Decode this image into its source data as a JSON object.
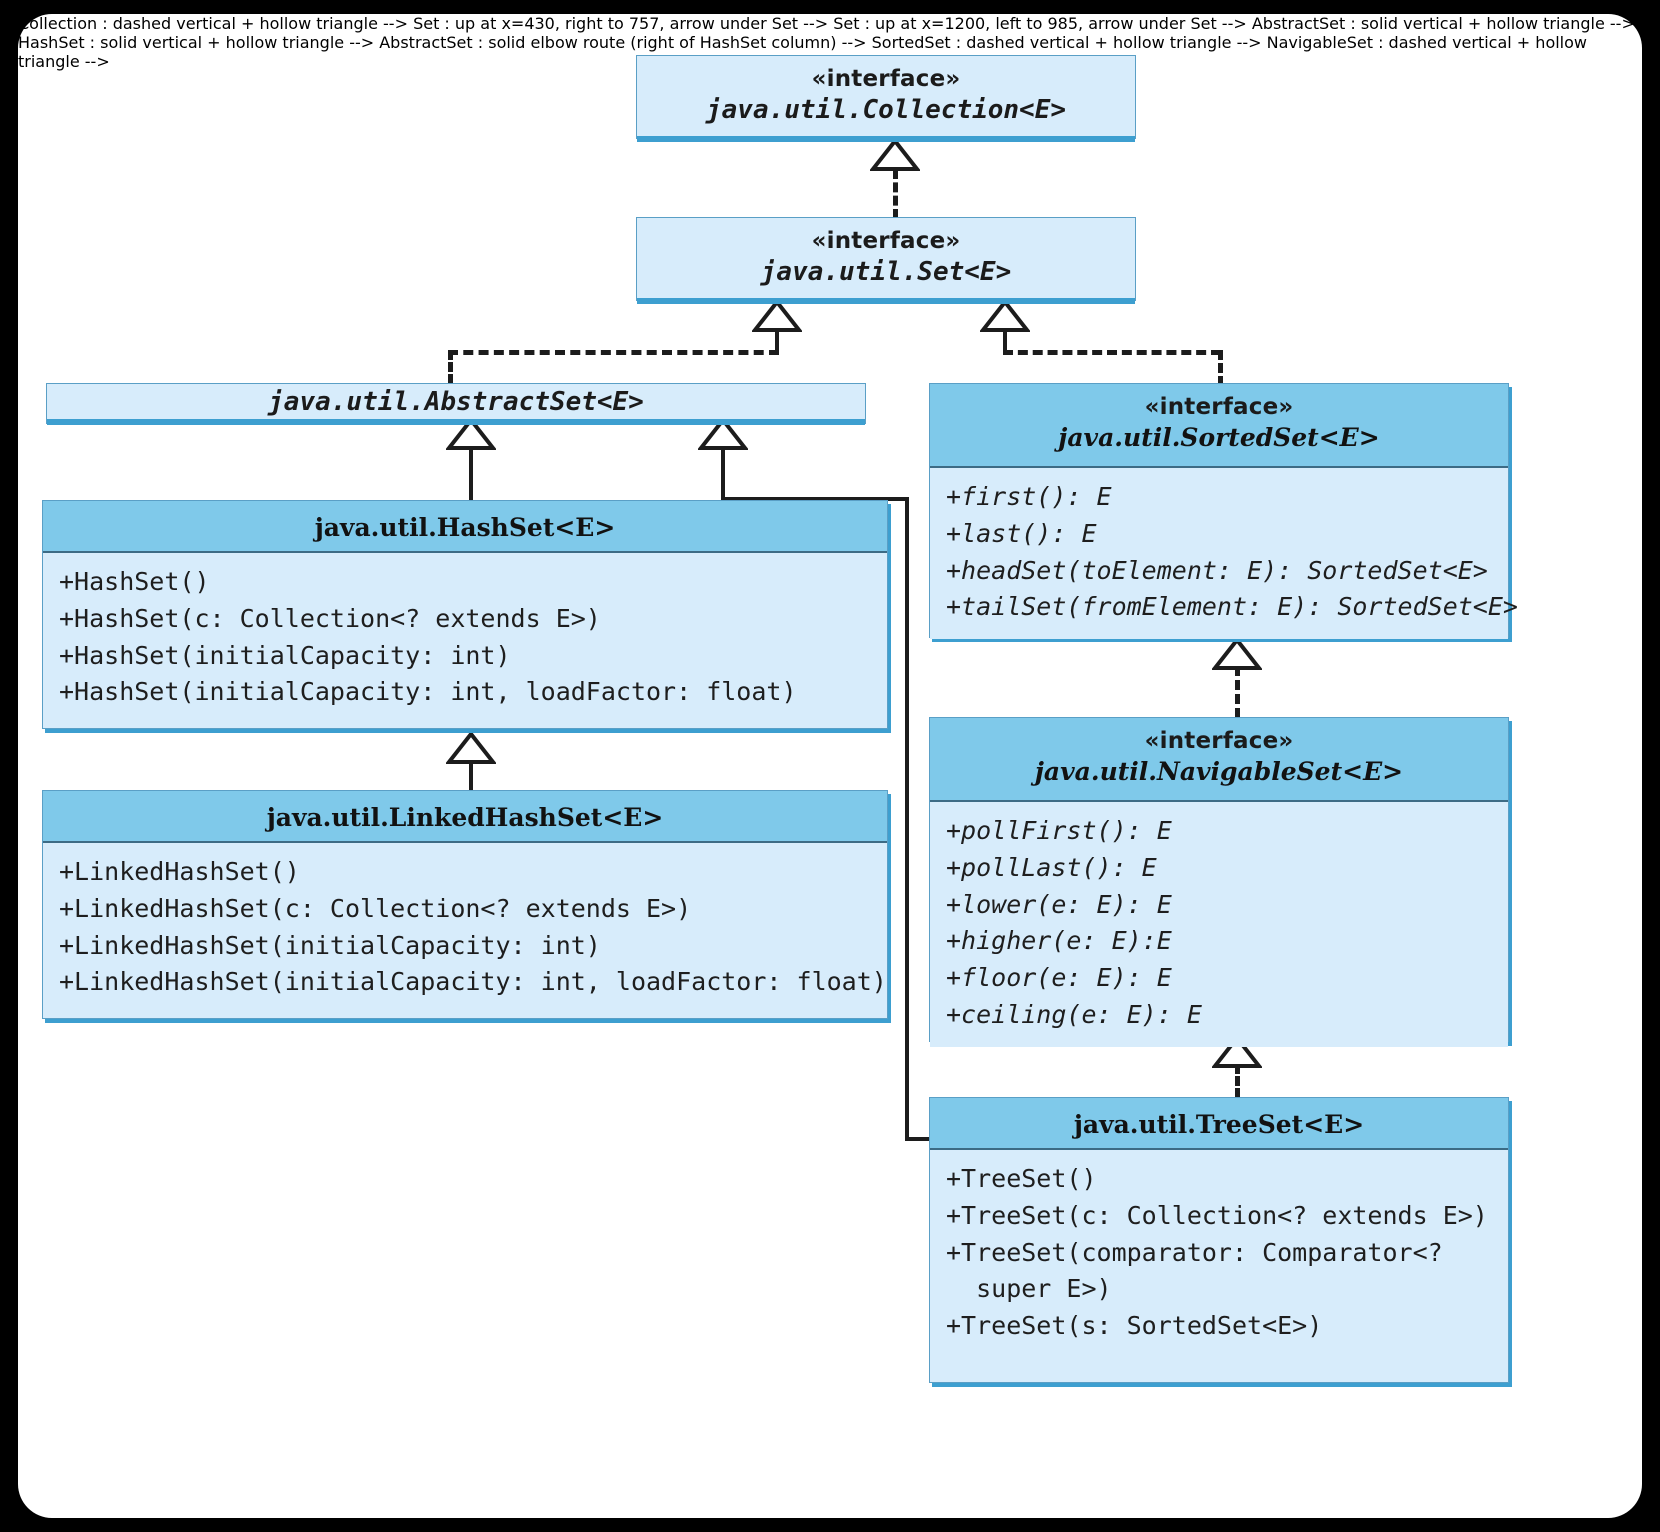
{
  "diagram": {
    "title": "Java Set Collection Hierarchy UML Class Diagram",
    "type": "uml-class-diagram",
    "colors": {
      "header_strong": "#7FC9EA",
      "header_pale": "#D7ECFB",
      "body_fill": "#D7ECFB",
      "border": "#5A9FC6",
      "accent_rule": "#3D9FD0",
      "connector": "#1C1C1C",
      "page_background": "#FFFFFF",
      "outer_background": "#000000"
    },
    "stereotype_label": "«interface»"
  },
  "nodes": {
    "collection": {
      "stereotype": "«interface»",
      "name": "java.util.Collection<E>",
      "kind": "interface",
      "members": []
    },
    "set": {
      "stereotype": "«interface»",
      "name": "java.util.Set<E>",
      "kind": "interface",
      "members": []
    },
    "abstract_set": {
      "stereotype": "",
      "name": "java.util.AbstractSet<E>",
      "kind": "abstract-class",
      "members": []
    },
    "hash_set": {
      "stereotype": "",
      "name": "java.util.HashSet<E>",
      "kind": "class",
      "members": [
        "+HashSet()",
        "+HashSet(c: Collection<? extends E>)",
        "+HashSet(initialCapacity: int)",
        "+HashSet(initialCapacity: int, loadFactor: float)"
      ]
    },
    "linked_hash_set": {
      "stereotype": "",
      "name": "java.util.LinkedHashSet<E>",
      "kind": "class",
      "members": [
        "+LinkedHashSet()",
        "+LinkedHashSet(c: Collection<? extends E>)",
        "+LinkedHashSet(initialCapacity: int)",
        "+LinkedHashSet(initialCapacity: int, loadFactor: float)"
      ]
    },
    "sorted_set": {
      "stereotype": "«interface»",
      "name": "java.util.SortedSet<E>",
      "kind": "interface",
      "members": [
        "+first(): E",
        "+last(): E",
        "+headSet(toElement: E): SortedSet<E>",
        "+tailSet(fromElement: E): SortedSet<E>"
      ]
    },
    "navigable_set": {
      "stereotype": "«interface»",
      "name": "java.util.NavigableSet<E>",
      "kind": "interface",
      "members": [
        "+pollFirst(): E",
        "+pollLast(): E",
        "+lower(e: E): E",
        "+higher(e: E):E",
        "+floor(e: E): E",
        "+ceiling(e: E): E"
      ]
    },
    "tree_set": {
      "stereotype": "",
      "name": "java.util.TreeSet<E>",
      "kind": "class",
      "members": [
        "+TreeSet()",
        "+TreeSet(c: Collection<? extends E>)",
        "+TreeSet(comparator: Comparator<?",
        "  super E>)",
        "+TreeSet(s: SortedSet<E>)"
      ]
    }
  },
  "edges": [
    {
      "from": "set",
      "to": "collection",
      "type": "realization",
      "style": "dashed-hollow-triangle"
    },
    {
      "from": "abstract_set",
      "to": "set",
      "type": "realization",
      "style": "dashed-hollow-triangle"
    },
    {
      "from": "sorted_set",
      "to": "set",
      "type": "realization",
      "style": "dashed-hollow-triangle"
    },
    {
      "from": "hash_set",
      "to": "abstract_set",
      "type": "generalization",
      "style": "solid-hollow-triangle"
    },
    {
      "from": "linked_hash_set",
      "to": "hash_set",
      "type": "generalization",
      "style": "solid-hollow-triangle"
    },
    {
      "from": "tree_set",
      "to": "abstract_set",
      "type": "generalization",
      "style": "solid-hollow-triangle"
    },
    {
      "from": "navigable_set",
      "to": "sorted_set",
      "type": "realization",
      "style": "dashed-hollow-triangle"
    },
    {
      "from": "tree_set",
      "to": "navigable_set",
      "type": "realization",
      "style": "dashed-hollow-triangle"
    }
  ]
}
